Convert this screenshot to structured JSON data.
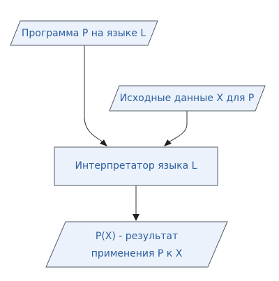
{
  "nodes": {
    "program": {
      "label": "Программа P на языке L"
    },
    "input": {
      "label": "Исходные данные X для P"
    },
    "interpreter": {
      "label": "Интерпретатор языка L"
    },
    "result": {
      "line1": "P(X) - результат",
      "line2": "применения P к X"
    }
  },
  "colors": {
    "node_fill": "#ecf2fb",
    "node_stroke": "#505a66",
    "text": "#2a5f9e",
    "edge": "#333333"
  }
}
